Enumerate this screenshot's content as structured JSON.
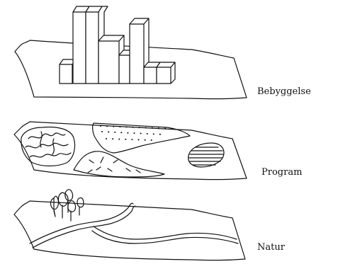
{
  "colors": {
    "ink": "#111111",
    "background": "#ffffff"
  },
  "layers": [
    {
      "label": "Bebyggelse"
    },
    {
      "label": "Program"
    },
    {
      "label": "Natur"
    }
  ]
}
